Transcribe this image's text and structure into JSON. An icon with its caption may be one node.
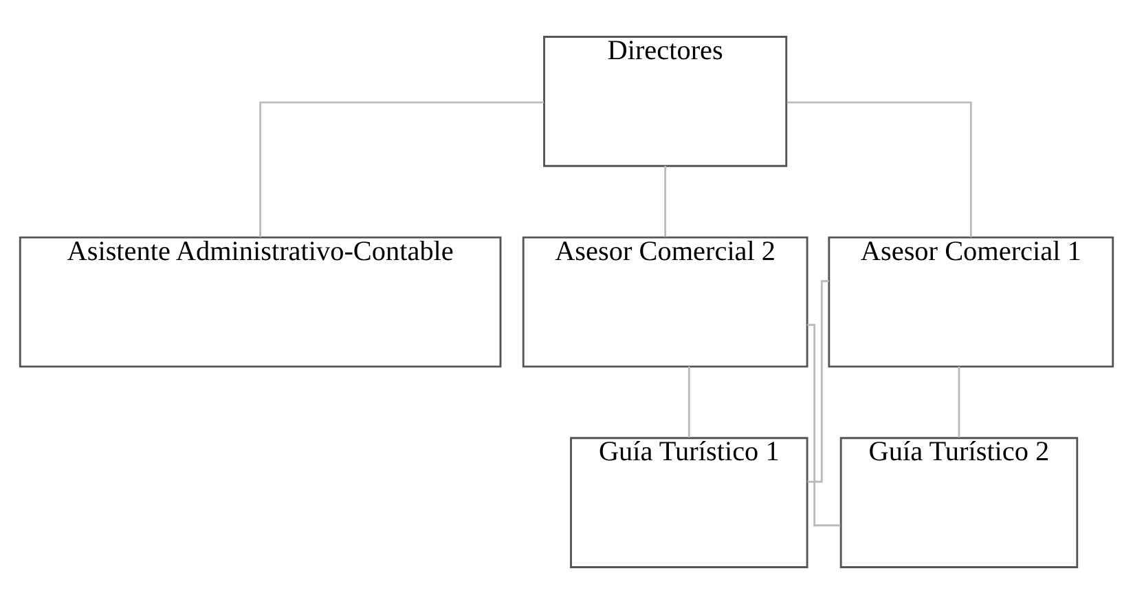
{
  "diagram": {
    "nodes": [
      {
        "text": [
          "Directores"
        ]
      },
      {
        "text": [
          "Asistente Administrativo-Contable"
        ]
      },
      {
        "text": [
          "Asesor Comercial 1"
        ]
      },
      {
        "text": [
          "Asesor Comercial 2"
        ]
      },
      {
        "text": [
          "Guía Turístico 1"
        ]
      },
      {
        "text": [
          "Guía Turístico 2"
        ]
      }
    ],
    "edges": [
      {
        "from": 0,
        "to": 1,
        "arrow": "none"
      },
      {
        "from": 0,
        "to": 2,
        "arrow": "none"
      },
      {
        "from": 0,
        "to": 3,
        "arrow": "none"
      },
      {
        "from": 2,
        "to": 4,
        "arrow": "none"
      },
      {
        "from": 2,
        "to": 5,
        "arrow": "none"
      },
      {
        "from": 3,
        "to": 4,
        "arrow": "none"
      },
      {
        "from": 3,
        "to": 5,
        "arrow": "none"
      }
    ]
  }
}
